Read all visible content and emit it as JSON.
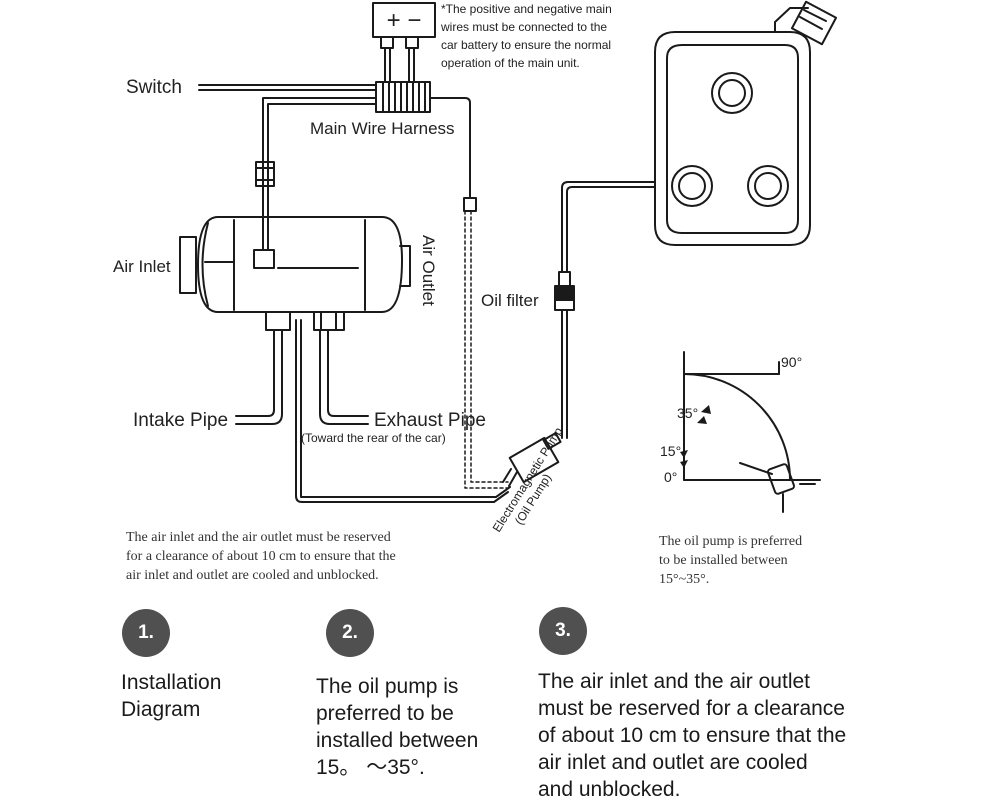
{
  "diagram": {
    "battery_symbol": "+ −",
    "battery_note": [
      "*The positive and negative main",
      "wires must be connected to the",
      "car battery to ensure the normal",
      "operation of the main unit."
    ],
    "labels": {
      "switch": "Switch",
      "main_wire_harness": "Main Wire Harness",
      "air_inlet": "Air Inlet",
      "air_outlet": "Air Outlet",
      "oil_filter": "Oil filter",
      "intake_pipe": "Intake Pipe",
      "exhaust_pipe": "Exhaust Pipe",
      "exhaust_note": "(Toward the rear of the car)",
      "pump_line1": "Electromagnetic Pump",
      "pump_line2": "(Oil Pump)"
    },
    "angles": {
      "a90": "90°",
      "a35": "35°",
      "a15": "15°",
      "a0": "0°"
    },
    "clearance_note": [
      "The air inlet and the air outlet must be reserved",
      "for a clearance of about 10 cm to ensure that the",
      "air inlet and outlet are cooled and unblocked."
    ],
    "pump_note": [
      "The oil pump is preferred",
      "to be installed between",
      "15°~35°."
    ]
  },
  "steps": [
    {
      "number": "1.",
      "lines": [
        "Installation",
        "Diagram"
      ]
    },
    {
      "number": "2.",
      "lines": [
        "The oil pump is",
        "preferred to be",
        "installed between",
        "15。 ～35°."
      ]
    },
    {
      "number": "3.",
      "lines": [
        "The air inlet and the air outlet",
        "must be reserved for a clearance",
        "of about 10 cm to ensure that the",
        "air inlet and outlet are cooled",
        "and unblocked."
      ]
    }
  ],
  "colors": {
    "line": "#1a1a1a",
    "badge": "#505050",
    "text": "#222222"
  }
}
